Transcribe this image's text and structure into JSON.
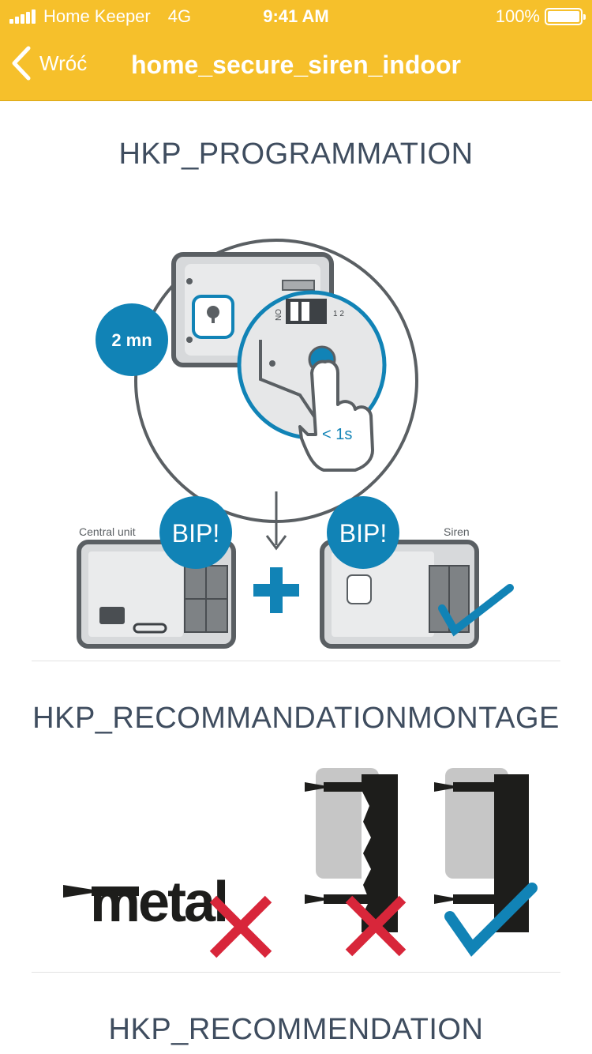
{
  "status_bar": {
    "carrier": "Home Keeper",
    "network": "4G",
    "time": "9:41 AM",
    "battery": "100%"
  },
  "nav": {
    "back_label": "Wróć",
    "title": "home_secure_siren_indoor"
  },
  "sections": [
    {
      "title": "HKP_PROGRAMMATION"
    },
    {
      "title": "HKP_RECOMMANDATIONMONTAGE"
    },
    {
      "title": "HKP_RECOMMENDATION"
    }
  ],
  "illustration1": {
    "timer_label": "2 mn",
    "press_label": "< 1s",
    "central_label": "Central unit",
    "siren_label": "Siren",
    "beep_left": "BIP!",
    "beep_right": "BIP!",
    "dip_label": "ON",
    "dip_numbers": "1 2"
  },
  "illustration2": {
    "metal_label": "metal"
  },
  "colors": {
    "accent_yellow": "#f6c02b",
    "brand_blue": "#1183b6",
    "dark_gray": "#5a5f63",
    "cross_red": "#d8263a",
    "title_text": "#3f4d5f"
  }
}
